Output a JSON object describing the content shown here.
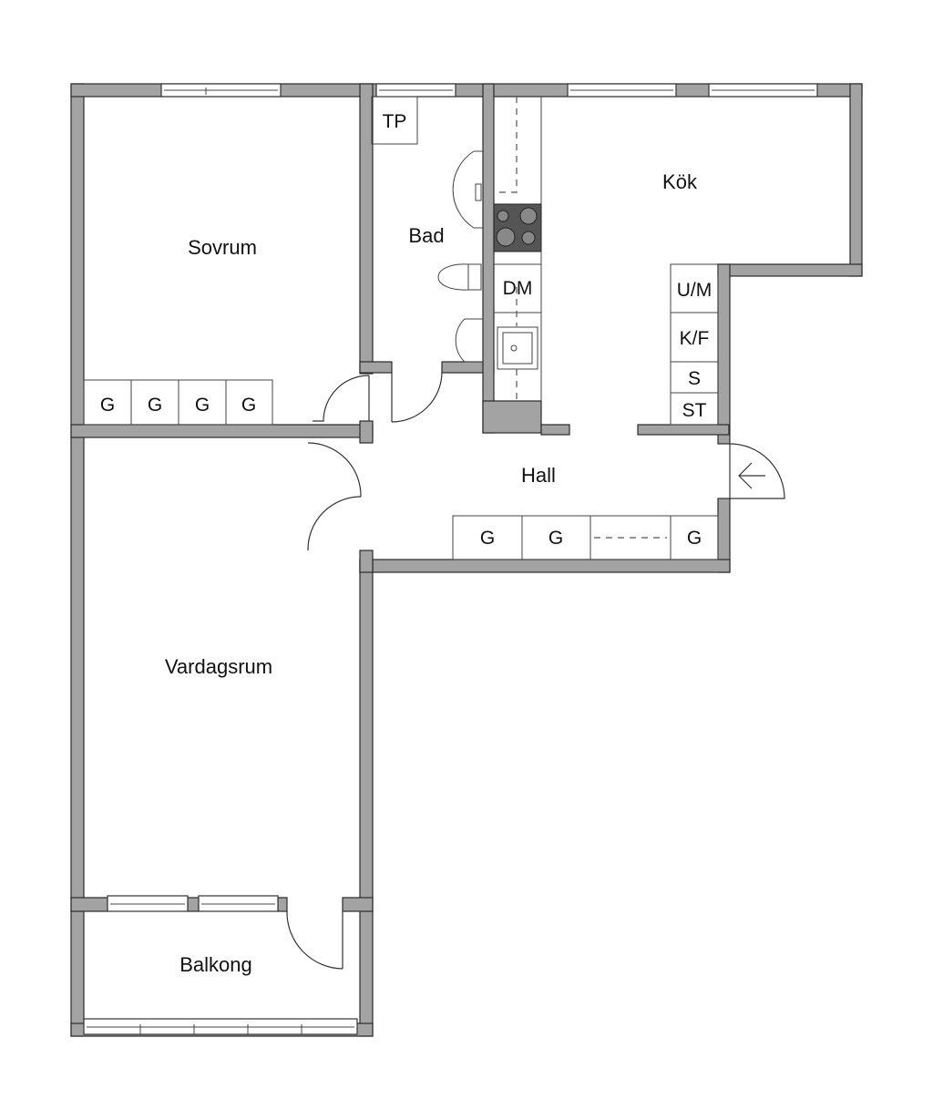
{
  "rooms": {
    "sovrum": "Sovrum",
    "bad": "Bad",
    "kok": "Kök",
    "hall": "Hall",
    "vardagsrum": "Vardagsrum",
    "balkong": "Balkong"
  },
  "fixtures": {
    "tp": "TP",
    "dm": "DM",
    "um": "U/M",
    "kf": "K/F",
    "s": "S",
    "st": "ST",
    "wardrobe": "G"
  },
  "colors": {
    "wall": "#a3a3a3",
    "stove": "#555555"
  }
}
